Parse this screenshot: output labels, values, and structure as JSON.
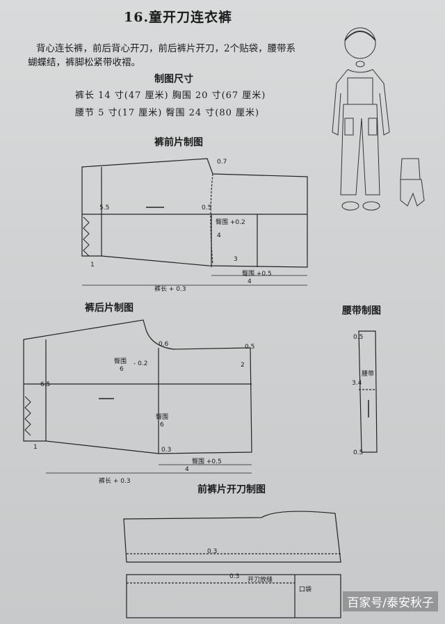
{
  "title": "16.童开刀连衣裤",
  "description": [
    "背心连长裤，前后背心开刀，前后裤片开刀，2个贴袋，腰带系",
    "蝴蝶结，裤脚松紧带收褶。"
  ],
  "measurements": {
    "heading": "制图尺寸",
    "row1": "裤长 14 寸(47 厘米)   胸围 20 寸(67 厘米)",
    "row2": "腰节 5 寸(17 厘米)   臀围 24 寸(80 厘米)"
  },
  "sections": {
    "front": "裤前片制图",
    "back": "裤后片制图",
    "belt": "腰带制图",
    "front_panel": "前裤片开刀制图"
  },
  "labels": {
    "f_07": "0.7",
    "f_55": "5.5",
    "f_05a": "0.5",
    "f_hip": "臀围 +0.2",
    "f_4a": "4",
    "f_3": "3",
    "f_1": "1",
    "f_hip2": "臀围 +0.5",
    "f_4b": "4",
    "f_len": "裤长 + 0.3",
    "b_06": "0.6",
    "b_05": "0.5",
    "b_hip": "臀围",
    "b_6a": "6",
    "b_m02": "- 0.2",
    "b_2": "2",
    "b_65": "6.5",
    "b_hip2": "臀围",
    "b_6b": "6",
    "b_03": "0.3",
    "b_hip3": "臀围 +0.5",
    "b_4": "4",
    "b_1": "1",
    "b_len": "裤长 + 0.3",
    "belt_05a": "0.5",
    "belt_34": "3.4",
    "belt_text": "腰带",
    "belt_05b": "0.5",
    "p_03a": "0.3",
    "p_03b": "0.3",
    "p_slit": "开刀放缝",
    "p_pocket": "口袋"
  },
  "watermark": "百家号/泰安秋子"
}
